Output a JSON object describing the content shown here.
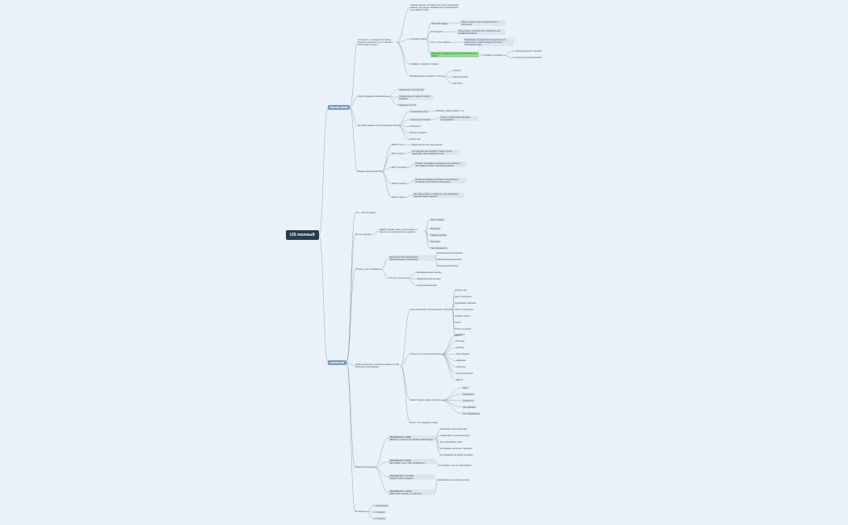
{
  "root": "US полный",
  "branches": {
    "b1": "Бизнес зачем",
    "b2": "Анализ ЦА"
  },
  "nodes": {
    "t1": "Что значит, что бизнес без поиска смысла и синтеза? Суть в том как и зачем будет продукт.",
    "t1a": "Главная задача: интервью выступает связующим звеном, где продукт развивается и продолжается для каждой группы",
    "t1b": "Установка задач",
    "t1b1": "Масштаб задачи",
    "t1b1a": "Люди, которые хотят определенного и результата",
    "t1b2": "Роли задачи",
    "t1b2a": "Продуктовое: который хочет заработать на основании бизнеса",
    "t1b3": "Суть и роль задачи",
    "t1b3a": "Разделение, который уже определяет для аналитика по своим целям на основе и полученные идеи",
    "t1b4": "Выборка и оценка результатов пользователя в работе",
    "t1b4a": "Что важно учитывать",
    "t1b4a1": "1. Общее решение и метрики",
    "t1b4a2": "2. Количество пользователей",
    "t1c": "Создание и задача интервью",
    "t1d": "Формирование решения и итоги",
    "t1d1": "Продукт",
    "t1d2": "Представление",
    "t1d3": "Прототип",
    "t2": "Когда проведение анализа ЦА",
    "t2a": "Определить цели для ЦА",
    "t2b": "Определиться с целью поиска и выводов",
    "t2c": "Правила CJ и CX",
    "t3": "Где брать данные для исследования ЦА",
    "t3a": "Социальные сети",
    "t3a1": "Паблики, комментарии и т.д.",
    "t3b": "Открытые источники",
    "t3b1": "Статьи, тематические форумы, исследования",
    "t3c": "Конкуренты",
    "t3d": "Личные интервью",
    "t3e": "Опросы ЦА",
    "t4": "Модель анализа ЦА 5W",
    "t4a": "What? (что?)",
    "t4a1": "Какой продукт мы предлагаем?",
    "t4b": "Who? (кто?)",
    "t4b1": "Кто покупает наш продукт? Какие группы выделяем, какие характеристики",
    "t4c": "Why? (почему?)",
    "t4c1": "Почему пользователь должен купить именно у нас? Какие мотивы и проблемы решает",
    "t4d": "When? (когда?)",
    "t4d1": "Когда пользователь возникает потребность? Ситуации и обстоятельства выбора",
    "t4e": "Where? (где?)",
    "t4e1": "Где люди узнают о продукте и где совершают покупку? Какие каналы?",
    "u1": "Что у тебя за продукт",
    "u2": "Кто его покупает",
    "u2a": "Давай подумай, какие у нас клиенты, и напиши их характеристики подробно",
    "u2a1": "Пол и возраст",
    "u2a2": "Интересы",
    "u2a3": "Уровень дохода",
    "u2a4": "Где живут",
    "u2a5": "Чем занимаются",
    "u3": "Почему у них потребность",
    "u3a": "Какие боли функциональные, эмоциональные, социальные",
    "u3a1": "Функциональные причины",
    "u3a2": "Эмоциональные причины",
    "u3a3": "Социальные причины",
    "u3b": "Что хотят получить",
    "u3b1": "Функциональные выгоды",
    "u3b2": "Эмоциональные выгоды",
    "u3b3": "Социальные выгоды",
    "u4": "Какие интересные способы решения и в чём проблемы пользователя",
    "u4a": "Как пользователь сейчас решает проблему",
    "u4a1": "пробует сам",
    "u4a2": "ищет в интернете",
    "u4a3": "спрашивает знакомых",
    "u4a4": "платит за решение",
    "u4a5": "покупает аналог",
    "u4a6": "терпит",
    "u4a7": "ничего не делает",
    "u4a8": "Другое",
    "u4b": "Почему мы лучше альтернатив",
    "u4b1": "дешевле",
    "u4b2": "быстрее",
    "u4b3": "удобнее",
    "u4b4": "качественнее",
    "u4b5": "надёжнее",
    "u4b6": "понятнее",
    "u4b7": "больше функций",
    "u4b8": "Другое",
    "u4c": "Какие барьеры перед покупкой",
    "u4c1": "Цена",
    "u4c2": "Недоверие",
    "u4c3": "Сложность",
    "u4c4": "Нет времени",
    "u4c5": "Нет информации",
    "u4d": "Итого: что продавать и кому",
    "u5": "Ловушки интервью",
    "u5a": "УБЕЖДЕНИЕ О СЕБЕ\nКажется, что все хотят именно такой продукт",
    "u5a1": "Проверять ответы фактами",
    "u5a2": "Спрашивать о прошлом опыте",
    "u5a3": "Не подсказывать ответ",
    "u5a4": "Не задавать вопросы о будущем",
    "u5a5": "Не продавать во время интервью",
    "u5b": "УБЕЖДЕНИЕ О ТЕБЕ\nРеспондент хочет тебе понравиться",
    "u5b1": "Не говорить, что это твой продукт",
    "u5c": "УБЕЖДЕНИЕ О ЧУЖОМ\nОценка чужого продукта",
    "u5d": "УБЕЖДЕНИЕ О ЦЕНЕ\nЛюди легко говорят, что заплатят",
    "u5d1": "Спрашивать про реальные траты",
    "u6": "В процессе",
    "u6a": "1. Записывать",
    "u6b": "2. Слушать",
    "u6c": "3. Уточнять"
  }
}
